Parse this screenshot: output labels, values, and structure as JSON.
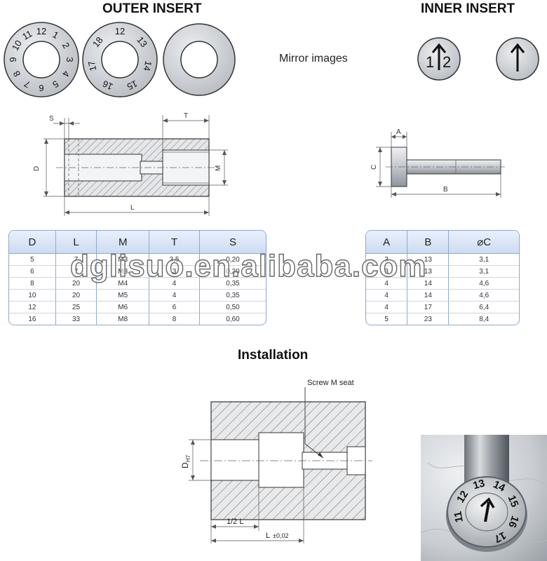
{
  "headings": {
    "outer_insert": "OUTER INSERT",
    "inner_insert": "INNER INSERT",
    "mirror_images": "Mirror images",
    "installation": "Installation"
  },
  "outer_ring1_numbers": [
    "12",
    "1",
    "2",
    "3",
    "4",
    "5",
    "6",
    "7",
    "8",
    "9",
    "10",
    "11"
  ],
  "outer_ring2_numbers": [
    "12",
    "13",
    "14",
    "15",
    "16",
    "17",
    "18"
  ],
  "inner_insert1": {
    "left": "1",
    "right": "2"
  },
  "outer_dims": {
    "s": "S",
    "t": "T",
    "d": "D",
    "m": "M",
    "l": "L"
  },
  "inner_dims": {
    "a": "A",
    "c": "C",
    "b": "B"
  },
  "outer_table": {
    "headers": [
      "D",
      "L",
      "M",
      "T",
      "S"
    ],
    "rows": [
      [
        "5",
        "7",
        "M3",
        "3,5",
        "0,20"
      ],
      [
        "6",
        "7",
        "M3",
        "3",
        "0,20"
      ],
      [
        "8",
        "20",
        "M4",
        "4",
        "0,35"
      ],
      [
        "10",
        "20",
        "M5",
        "4",
        "0,35"
      ],
      [
        "12",
        "25",
        "M6",
        "6",
        "0,50"
      ],
      [
        "16",
        "33",
        "M8",
        "8",
        "0,60"
      ]
    ]
  },
  "inner_table": {
    "headers": [
      "A",
      "B",
      "⌀C"
    ],
    "rows": [
      [
        "3",
        "13",
        "3,1"
      ],
      [
        "3",
        "13",
        "3,1"
      ],
      [
        "4",
        "14",
        "4,6"
      ],
      [
        "4",
        "14",
        "4,6"
      ],
      [
        "4",
        "17",
        "6,4"
      ],
      [
        "5",
        "23",
        "8,4"
      ]
    ]
  },
  "watermark": "dglisuo.en.alibaba.com",
  "installation": {
    "screw_label": "Screw M seat",
    "d_label": "D",
    "d_sub": "H7",
    "half_l": "1/2 L",
    "l_label": "L",
    "l_tol": "±0,02"
  },
  "photo": {
    "numbers": [
      "11",
      "12",
      "13",
      "14",
      "15",
      "16",
      "17"
    ]
  },
  "colors": {
    "steel": "#cfd3d8",
    "table_border": "#8ea9cc",
    "table_header": "#d6e2f4"
  }
}
